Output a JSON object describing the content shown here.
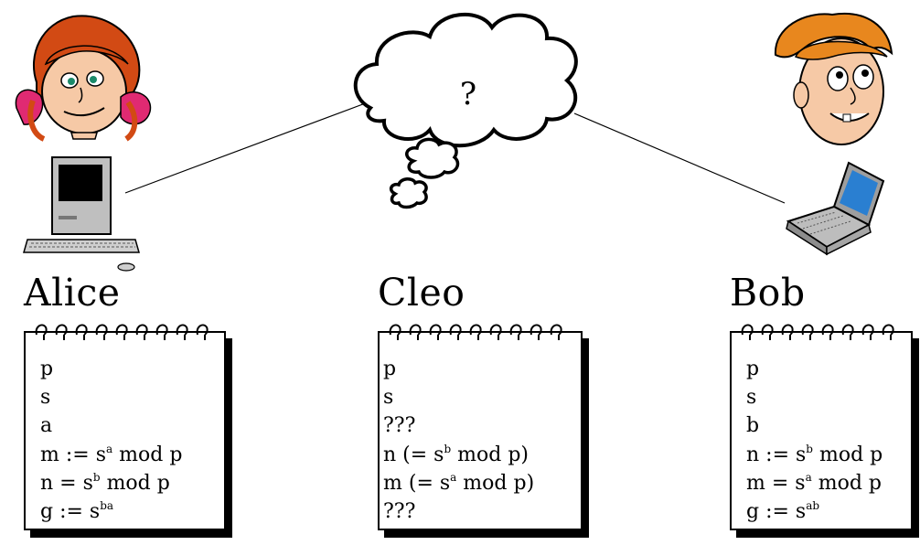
{
  "cloud": {
    "text": "?"
  },
  "parties": [
    {
      "name": "Alice",
      "lines": [
        {
          "pre": "p"
        },
        {
          "pre": "s"
        },
        {
          "pre": "a"
        },
        {
          "pre": "m := s",
          "sup": "a",
          "post": " mod p"
        },
        {
          "pre": "n = s",
          "sup": "b",
          "post": " mod p"
        },
        {
          "pre": "g := s",
          "sup": "ba"
        }
      ]
    },
    {
      "name": "Cleo",
      "lines": [
        {
          "pre": "p"
        },
        {
          "pre": "s"
        },
        {
          "pre": "???"
        },
        {
          "pre": "n (= s",
          "sup": "b",
          "post": " mod p)"
        },
        {
          "pre": "m (= s",
          "sup": "a",
          "post": " mod p)"
        },
        {
          "pre": "???"
        }
      ]
    },
    {
      "name": "Bob",
      "lines": [
        {
          "pre": "p"
        },
        {
          "pre": "s"
        },
        {
          "pre": "b"
        },
        {
          "pre": "n := s",
          "sup": "b",
          "post": " mod p"
        },
        {
          "pre": "m = s",
          "sup": "a",
          "post": " mod p"
        },
        {
          "pre": "g := s",
          "sup": "ab"
        }
      ]
    }
  ]
}
